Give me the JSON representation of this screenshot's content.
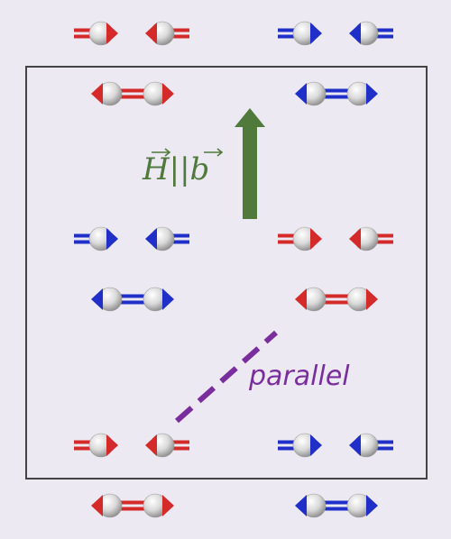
{
  "field_label": "H||b",
  "parallel_label": "parallel",
  "colors": {
    "background": "#ede9f3",
    "frame": "#444444",
    "red": "#d42a2a",
    "blue": "#1f2fc8",
    "field_arrow": "#4f7a3c",
    "dashed_line": "#7a2d9c"
  },
  "dimer_rows": [
    {
      "left": {
        "color": "red",
        "type": "in"
      },
      "right": {
        "color": "blue",
        "type": "in"
      }
    },
    {
      "left": {
        "color": "red",
        "type": "out"
      },
      "right": {
        "color": "blue",
        "type": "out"
      }
    },
    {
      "left": {
        "color": "blue",
        "type": "in"
      },
      "right": {
        "color": "red",
        "type": "in"
      }
    },
    {
      "left": {
        "color": "blue",
        "type": "out"
      },
      "right": {
        "color": "red",
        "type": "out"
      }
    },
    {
      "left": {
        "color": "red",
        "type": "in"
      },
      "right": {
        "color": "blue",
        "type": "in"
      }
    },
    {
      "left": {
        "color": "red",
        "type": "out"
      },
      "right": {
        "color": "blue",
        "type": "out"
      }
    }
  ]
}
